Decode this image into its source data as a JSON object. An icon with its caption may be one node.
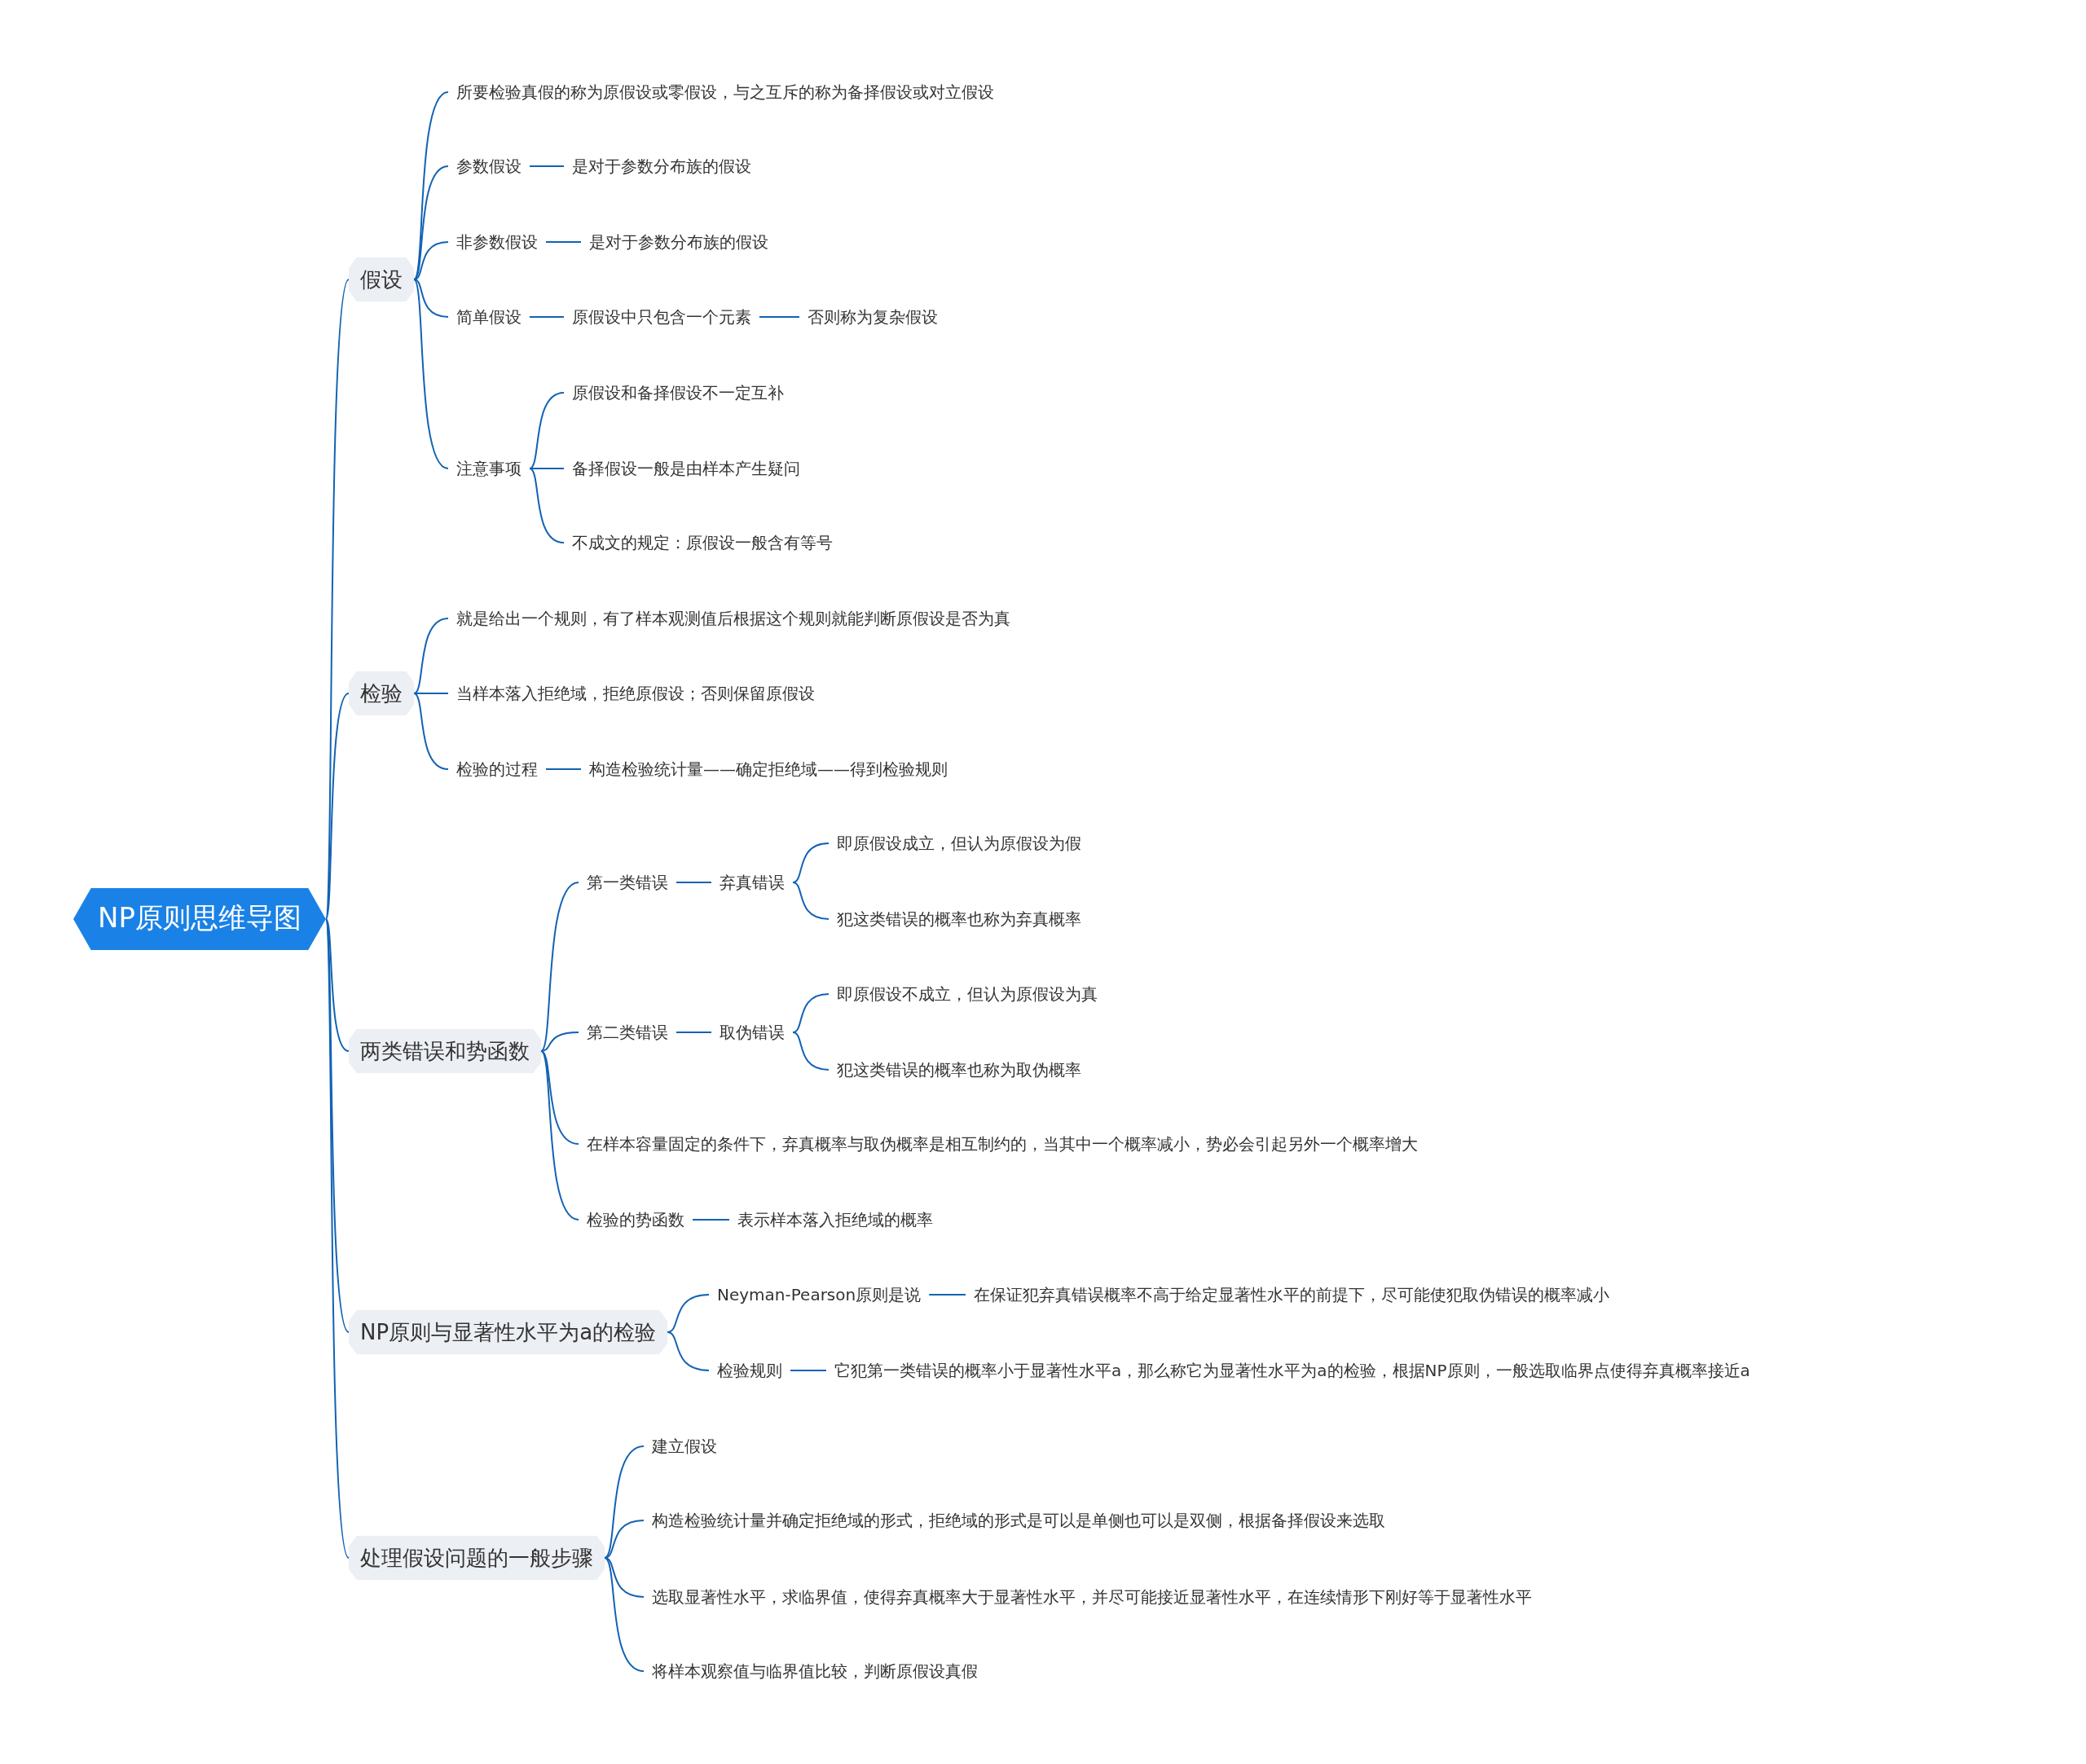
{
  "diagram": {
    "nodes": [
      {
        "text": [
          "NP原则思维导图"
        ]
      },
      {
        "text": [
          "假设"
        ]
      },
      {
        "text": [
          "所要检验真假的称为原假设或零假设，与之互斥的称为备择假设或对立假设"
        ]
      },
      {
        "text": [
          "参数假设"
        ]
      },
      {
        "text": [
          "是对于参数分布族的假设"
        ]
      },
      {
        "text": [
          "非参数假设"
        ]
      },
      {
        "text": [
          "是对于参数分布族的假设"
        ]
      },
      {
        "text": [
          "简单假设"
        ]
      },
      {
        "text": [
          "原假设中只包含一个元素"
        ]
      },
      {
        "text": [
          "否则称为复杂假设"
        ]
      },
      {
        "text": [
          "注意事项"
        ]
      },
      {
        "text": [
          "原假设和备择假设不一定互补"
        ]
      },
      {
        "text": [
          "备择假设一般是由样本产生疑问"
        ]
      },
      {
        "text": [
          "不成文的规定：原假设一般含有等号"
        ]
      },
      {
        "text": [
          "检验"
        ]
      },
      {
        "text": [
          "就是给出一个规则，有了样本观测值后根据这个规则就能判断原假设是否为真"
        ]
      },
      {
        "text": [
          "当样本落入拒绝域，拒绝原假设；否则保留原假设"
        ]
      },
      {
        "text": [
          "检验的过程"
        ]
      },
      {
        "text": [
          "构造检验统计量——确定拒绝域——得到检验规则"
        ]
      },
      {
        "text": [
          "两类错误和势函数"
        ]
      },
      {
        "text": [
          "第一类错误"
        ]
      },
      {
        "text": [
          "弃真错误"
        ]
      },
      {
        "text": [
          "即原假设成立，但认为原假设为假"
        ]
      },
      {
        "text": [
          "犯这类错误的概率也称为弃真概率"
        ]
      },
      {
        "text": [
          "第二类错误"
        ]
      },
      {
        "text": [
          "取伪错误"
        ]
      },
      {
        "text": [
          "即原假设不成立，但认为原假设为真"
        ]
      },
      {
        "text": [
          "犯这类错误的概率也称为取伪概率"
        ]
      },
      {
        "text": [
          "在样本容量固定的条件下，弃真概率与取伪概率是相互制约的，当其中一个概率减小，势必会引起另外一个概率增大"
        ]
      },
      {
        "text": [
          "检验的势函数"
        ]
      },
      {
        "text": [
          "表示样本落入拒绝域的概率"
        ]
      },
      {
        "text": [
          "NP原则与显著性水平为a的检验"
        ]
      },
      {
        "text": [
          "Neyman-Pearson原则是说"
        ]
      },
      {
        "text": [
          "在保证犯弃真错误概率不高于给定显著性水平的前提下，尽可能使犯取伪错误的概率减小"
        ]
      },
      {
        "text": [
          "检验规则"
        ]
      },
      {
        "text": [
          "它犯第一类错误的概率小于显著性水平a，那么称它为显著性水平为a的检验，根据NP原则，一般选取临界点使得弃真概率接近a"
        ]
      },
      {
        "text": [
          "处理假设问题的一般步骤"
        ]
      },
      {
        "text": [
          "建立假设"
        ]
      },
      {
        "text": [
          "构造检验统计量并确定拒绝域的形式，拒绝域的形式是可以是单侧也可以是双侧，根据备择假设来选取"
        ]
      },
      {
        "text": [
          "选取显著性水平，求临界值，使得弃真概率大于显著性水平，并尽可能接近显著性水平，在连续情形下刚好等于显著性水平"
        ]
      },
      {
        "text": [
          "将样本观察值与临界值比较，判断原假设真假"
        ]
      }
    ],
    "edges": [
      {
        "from": 0,
        "to": 1,
        "arrow": "none"
      },
      {
        "from": 1,
        "to": 2,
        "arrow": "none"
      },
      {
        "from": 1,
        "to": 3,
        "arrow": "none"
      },
      {
        "from": 3,
        "to": 4,
        "arrow": "none"
      },
      {
        "from": 1,
        "to": 5,
        "arrow": "none"
      },
      {
        "from": 5,
        "to": 6,
        "arrow": "none"
      },
      {
        "from": 1,
        "to": 7,
        "arrow": "none"
      },
      {
        "from": 7,
        "to": 8,
        "arrow": "none"
      },
      {
        "from": 8,
        "to": 9,
        "arrow": "none"
      },
      {
        "from": 1,
        "to": 10,
        "arrow": "none"
      },
      {
        "from": 10,
        "to": 11,
        "arrow": "none"
      },
      {
        "from": 10,
        "to": 12,
        "arrow": "none"
      },
      {
        "from": 10,
        "to": 13,
        "arrow": "none"
      },
      {
        "from": 0,
        "to": 14,
        "arrow": "none"
      },
      {
        "from": 14,
        "to": 15,
        "arrow": "none"
      },
      {
        "from": 14,
        "to": 16,
        "arrow": "none"
      },
      {
        "from": 14,
        "to": 17,
        "arrow": "none"
      },
      {
        "from": 17,
        "to": 18,
        "arrow": "none"
      },
      {
        "from": 0,
        "to": 19,
        "arrow": "none"
      },
      {
        "from": 19,
        "to": 20,
        "arrow": "none"
      },
      {
        "from": 20,
        "to": 21,
        "arrow": "none"
      },
      {
        "from": 21,
        "to": 22,
        "arrow": "none"
      },
      {
        "from": 21,
        "to": 23,
        "arrow": "none"
      },
      {
        "from": 19,
        "to": 24,
        "arrow": "none"
      },
      {
        "from": 24,
        "to": 25,
        "arrow": "none"
      },
      {
        "from": 25,
        "to": 26,
        "arrow": "none"
      },
      {
        "from": 25,
        "to": 27,
        "arrow": "none"
      },
      {
        "from": 19,
        "to": 28,
        "arrow": "none"
      },
      {
        "from": 19,
        "to": 29,
        "arrow": "none"
      },
      {
        "from": 29,
        "to": 30,
        "arrow": "none"
      },
      {
        "from": 0,
        "to": 31,
        "arrow": "none"
      },
      {
        "from": 31,
        "to": 32,
        "arrow": "none"
      },
      {
        "from": 32,
        "to": 33,
        "arrow": "none"
      },
      {
        "from": 31,
        "to": 34,
        "arrow": "none"
      },
      {
        "from": 34,
        "to": 35,
        "arrow": "none"
      },
      {
        "from": 0,
        "to": 36,
        "arrow": "none"
      },
      {
        "from": 36,
        "to": 37,
        "arrow": "none"
      },
      {
        "from": 36,
        "to": 38,
        "arrow": "none"
      },
      {
        "from": 36,
        "to": 39,
        "arrow": "none"
      },
      {
        "from": 36,
        "to": 40,
        "arrow": "none"
      }
    ]
  }
}
